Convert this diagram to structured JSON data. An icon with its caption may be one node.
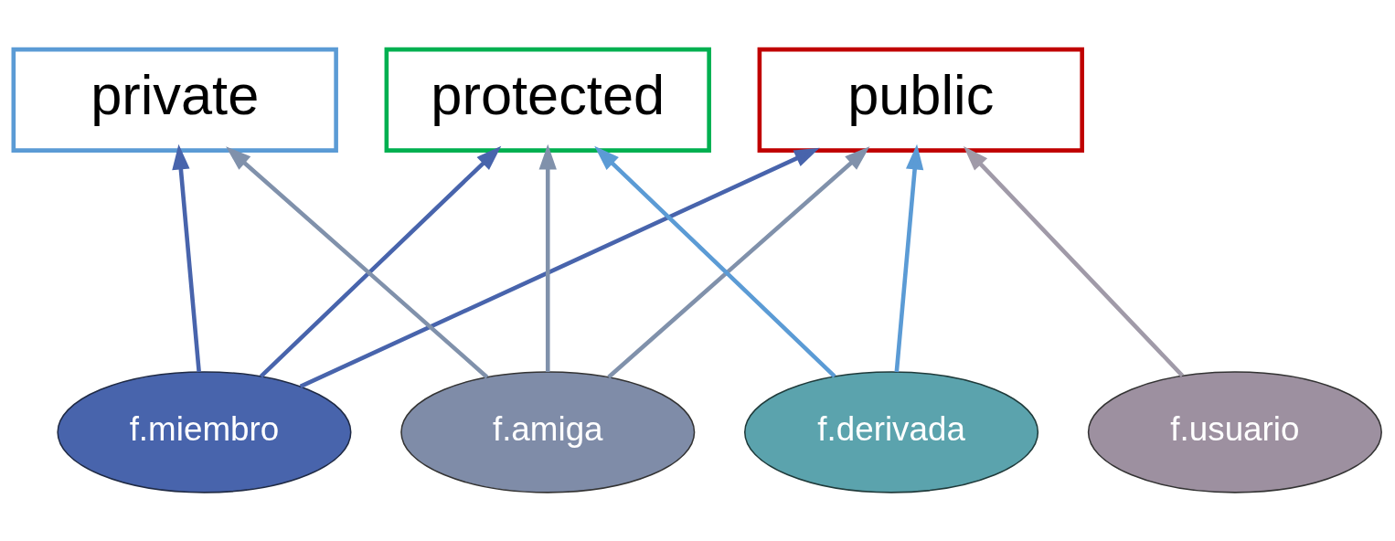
{
  "diagram": {
    "nodes": [
      {
        "text": [
          "private"
        ]
      },
      {
        "text": [
          "protected"
        ]
      },
      {
        "text": [
          "public"
        ]
      },
      {
        "text": [
          "f.miembro"
        ]
      },
      {
        "text": [
          "f.amiga"
        ]
      },
      {
        "text": [
          "f.derivada"
        ]
      },
      {
        "text": [
          "f.usuario"
        ]
      }
    ],
    "edges": [
      {
        "from": 3,
        "to": 0,
        "arrow": "to",
        "color": "#4864ac"
      },
      {
        "from": 4,
        "to": 0,
        "arrow": "to",
        "color": "#8091ab"
      },
      {
        "from": 3,
        "to": 1,
        "arrow": "to",
        "color": "#4864ac"
      },
      {
        "from": 4,
        "to": 1,
        "arrow": "to",
        "color": "#8091ab"
      },
      {
        "from": 5,
        "to": 1,
        "arrow": "to",
        "color": "#5b9bd5"
      },
      {
        "from": 3,
        "to": 2,
        "arrow": "to",
        "color": "#4864ac"
      },
      {
        "from": 4,
        "to": 2,
        "arrow": "to",
        "color": "#8091ab"
      },
      {
        "from": 5,
        "to": 2,
        "arrow": "to",
        "color": "#5b9bd5"
      },
      {
        "from": 6,
        "to": 2,
        "arrow": "to",
        "color": "#a09aa8"
      }
    ]
  }
}
